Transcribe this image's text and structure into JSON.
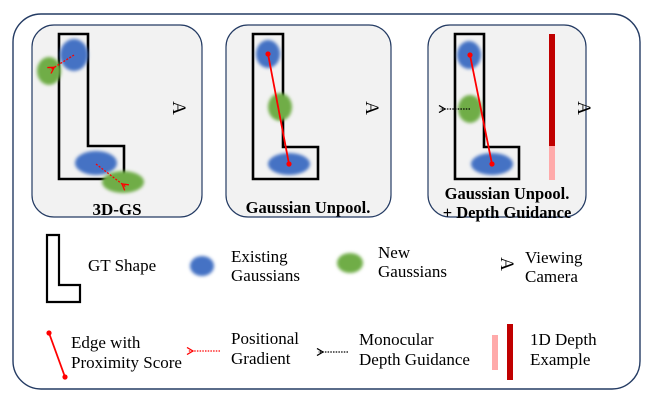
{
  "colors": {
    "frame": "#243b63",
    "panel_bg": "#f2f2f2",
    "gt_outline": "#000000",
    "existing_gaussian": "#4472c4",
    "new_gaussian": "#70ad47",
    "edge": "#ff0000",
    "positional_gradient": "#ff0000",
    "depth_guidance": "#000000",
    "depth_dark": "#c00000",
    "depth_light": "#ffaaaa"
  },
  "panels": [
    {
      "id": "3dgs",
      "title_lines": [
        "3D-GS"
      ]
    },
    {
      "id": "unpool",
      "title_lines": [
        "Gaussian Unpool."
      ]
    },
    {
      "id": "unpool-depth",
      "title_lines": [
        "Gaussian Unpool.",
        "+ Depth Guidance"
      ]
    }
  ],
  "camera_glyph": "A",
  "legend": {
    "gt_shape": "GT Shape",
    "existing_gaussians": [
      "Existing",
      "Gaussians"
    ],
    "new_gaussians": [
      "New",
      "Gaussians"
    ],
    "viewing_camera": [
      "Viewing",
      "Camera"
    ],
    "edge_proximity": [
      "Edge with",
      "Proximity Score"
    ],
    "positional_gradient": [
      "Positional",
      "Gradient"
    ],
    "monocular_depth": [
      "Monocular",
      "Depth Guidance"
    ],
    "depth_example": [
      "1D Depth",
      "Example"
    ]
  }
}
